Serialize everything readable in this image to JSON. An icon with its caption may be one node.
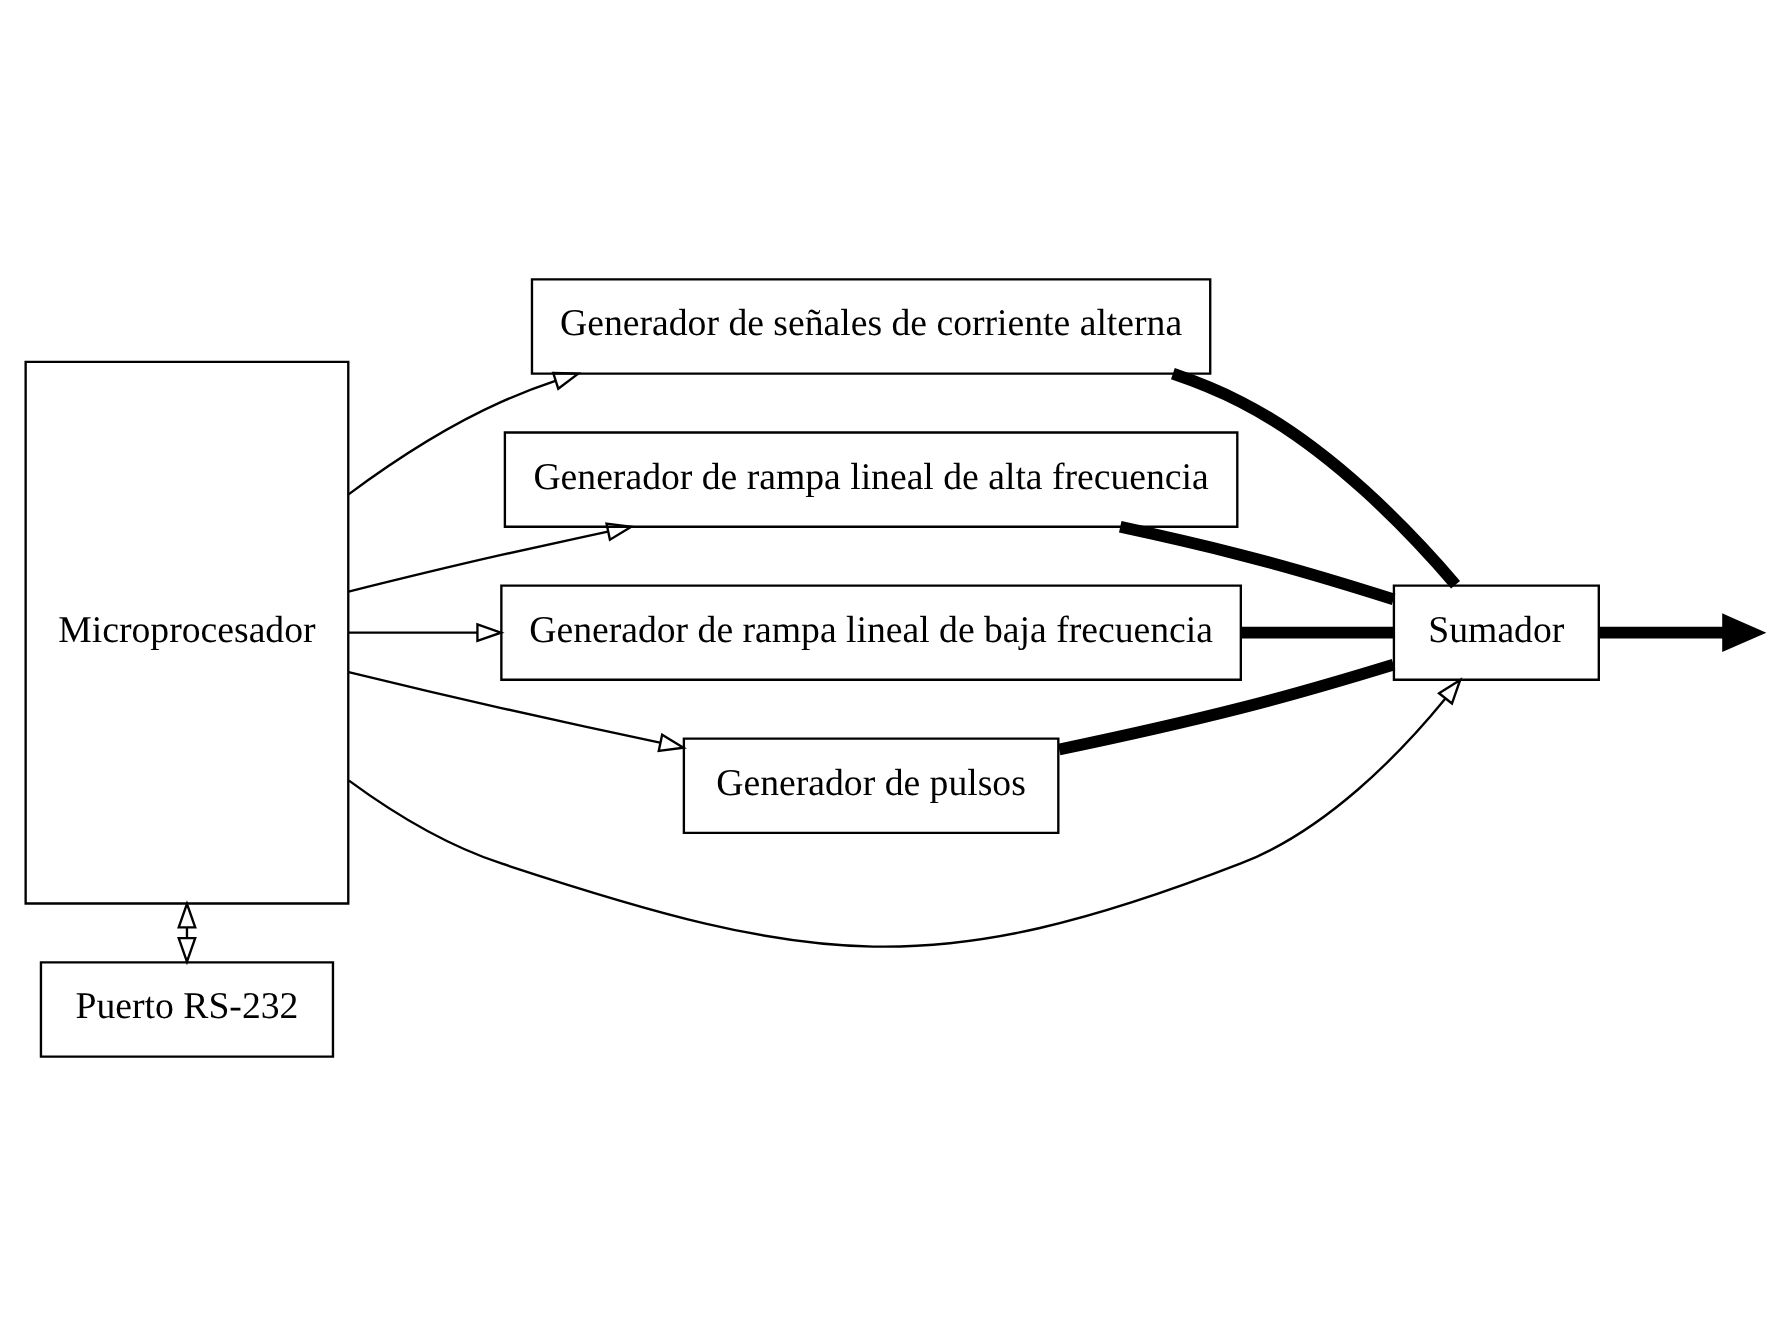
{
  "diagram": {
    "nodes": [
      {
        "text": [
          "Microprocesador"
        ]
      },
      {
        "text": [
          "Generador de señales de corriente alterna"
        ]
      },
      {
        "text": [
          "Generador de rampa lineal de alta frecuencia"
        ]
      },
      {
        "text": [
          "Generador de rampa lineal de baja frecuencia"
        ]
      },
      {
        "text": [
          "Generador de pulsos"
        ]
      },
      {
        "text": [
          "Sumador"
        ]
      },
      {
        "text": [
          "Puerto RS-232"
        ]
      }
    ],
    "edges": [
      {
        "from": 0,
        "to": 1,
        "arrow": "to"
      },
      {
        "from": 0,
        "to": 2,
        "arrow": "to"
      },
      {
        "from": 0,
        "to": 3,
        "arrow": "to"
      },
      {
        "from": 0,
        "to": 4,
        "arrow": "to"
      },
      {
        "from": 0,
        "to": 5,
        "arrow": "to"
      },
      {
        "from": 0,
        "to": 6,
        "arrow": "both"
      },
      {
        "from": 1,
        "to": 5,
        "arrow": "none",
        "style": "thick"
      },
      {
        "from": 2,
        "to": 5,
        "arrow": "none",
        "style": "thick"
      },
      {
        "from": 3,
        "to": 5,
        "arrow": "none",
        "style": "thick"
      },
      {
        "from": 4,
        "to": 5,
        "arrow": "none",
        "style": "thick"
      },
      {
        "from": 5,
        "to": null,
        "arrow": "to",
        "style": "thick"
      }
    ]
  }
}
